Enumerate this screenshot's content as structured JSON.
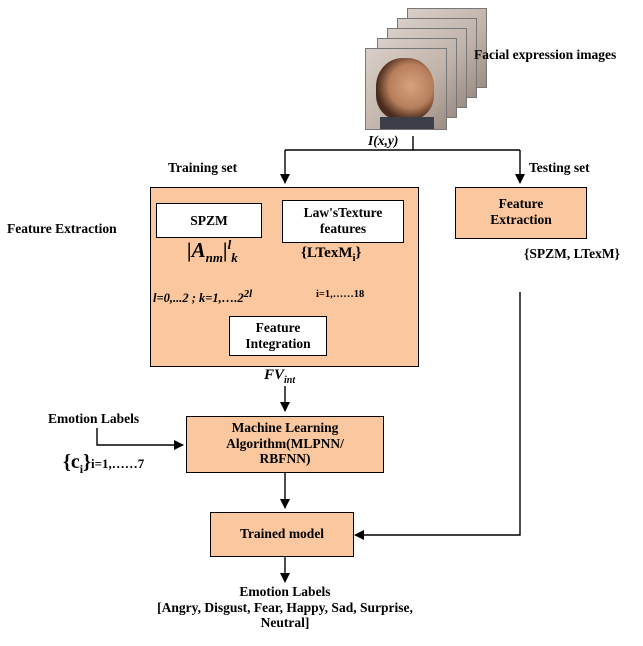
{
  "input": {
    "title": "Facial expression images",
    "function_label": "I(x,y)"
  },
  "branches": {
    "training_label": "Training set",
    "testing_label": "Testing set"
  },
  "feature_extraction": {
    "outer_label": "Feature Extraction",
    "spzm_title": "SPZM",
    "spzm_symbol": "|A",
    "spzm_symbol_sub": "nm",
    "spzm_symbol_tail": "|",
    "spzm_symbol_sup": "l",
    "spzm_symbol_sub2": "k",
    "spzm_range": "l=0,...2 ; k=1,….2",
    "spzm_range_sup": "2l",
    "laws_title_line1": "Law'sTexture",
    "laws_title_line2": "features",
    "laws_symbol": "{LTexM",
    "laws_symbol_sub": "i",
    "laws_symbol_close": "}",
    "laws_range": "i=1,……18",
    "integration_line1": "Feature",
    "integration_line2": "Integration",
    "fv_label": "FV",
    "fv_sub": "int"
  },
  "testing_feature": {
    "line1": "Feature",
    "line2": "Extraction",
    "output_label": "{SPZM, LTexM}"
  },
  "ml": {
    "emotion_labels_title": "Emotion Labels",
    "class_symbol": "{c",
    "class_sub": "i",
    "class_close": "}",
    "class_range": "i=1,……7",
    "line1": "Machine Learning",
    "line2": "Algorithm(MLPNN/",
    "line3": "RBFNN)"
  },
  "trained_model": {
    "label": "Trained model"
  },
  "output": {
    "title": "Emotion Labels",
    "line1": "[Angry, Disgust, Fear, Happy, Sad, Surprise,",
    "line2": "Neutral]"
  }
}
